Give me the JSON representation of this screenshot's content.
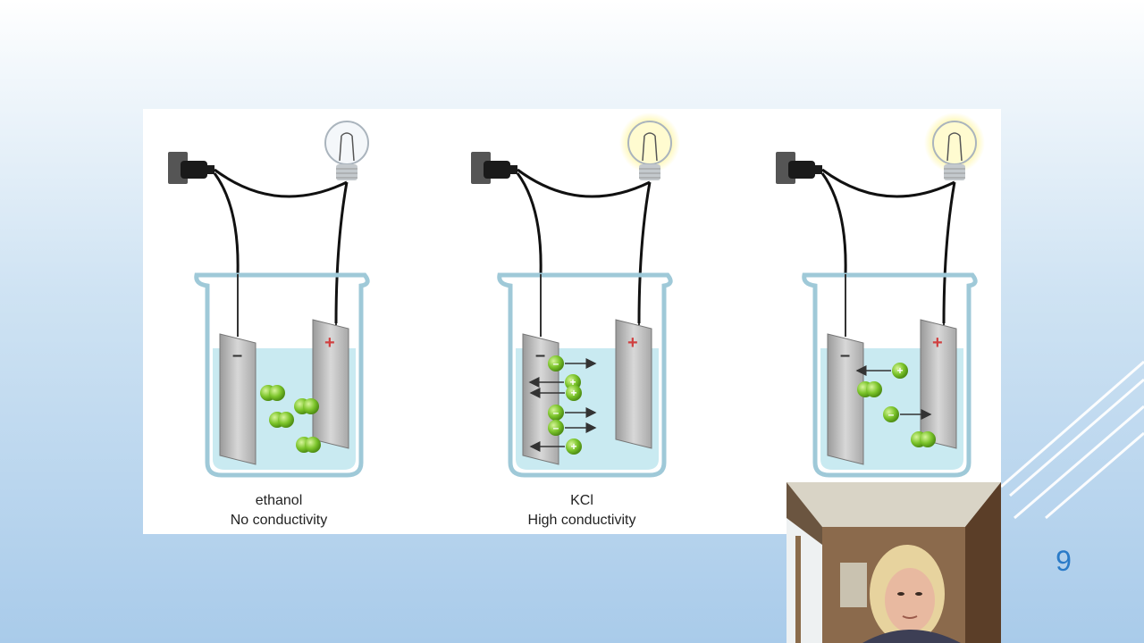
{
  "slide": {
    "number": "9"
  },
  "panels": [
    {
      "id": "ethanol",
      "label": "ethanol",
      "caption": "No conductivity",
      "bulb_lit": false
    },
    {
      "id": "kcl",
      "label": "KCl",
      "caption": "High conductivity",
      "bulb_lit": true
    },
    {
      "id": "mixed",
      "label": "",
      "caption": "",
      "bulb_lit": true
    }
  ],
  "electrode_signs": {
    "negative": "–",
    "positive": "+"
  },
  "colors": {
    "ion_green": "#7bc42a",
    "liquid": "#bfe6ef",
    "glow": "#fff27a",
    "slide_number": "#2a7bc8"
  }
}
